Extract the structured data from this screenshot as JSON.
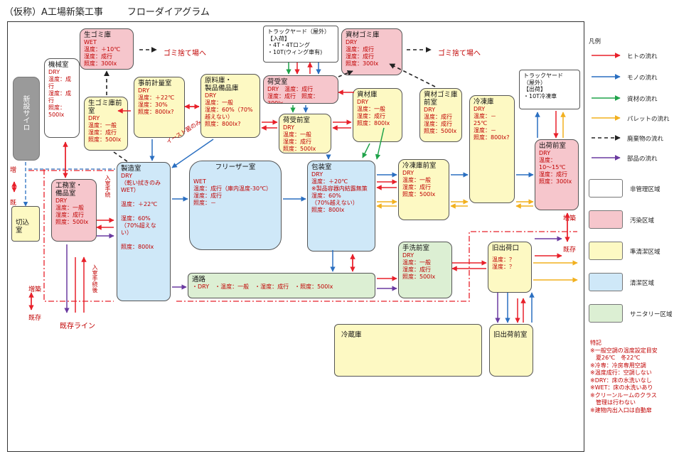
{
  "title": {
    "main": "（仮称）A工場新築工事",
    "sub": "フローダイアグラム"
  },
  "rooms": {
    "silo": {
      "label": "新設サイロ"
    },
    "kikai": {
      "title": "機械室",
      "lines": "DRY\n温度：成\n行\n湿度：成\n行\n照度：\n500lx"
    },
    "namagomi": {
      "title": "生ゴミ庫",
      "lines": "WET\n温度：＋10℃\n湿度：成行\n照度：300lx"
    },
    "namagomimae": {
      "title": "生ゴミ庫前\n室",
      "lines": "DRY\n温度：一般\n湿度：成行\n照度：500lx"
    },
    "jizenkeiryo": {
      "title": "事前計量室",
      "lines": "DRY\n温度：＋22℃\n湿度：30%\n照度：800lx?"
    },
    "genryo": {
      "title": "原料庫・\n製品備品庫",
      "lines": "DRY\n温度：一般\n湿度：60%（70%\n越えない）\n照度：800lx?"
    },
    "track_in": {
      "title": "トラックヤード（屋外）\n【入荷】\n・4T・4Tロング\n・10T(ウィング車有)"
    },
    "niuke": {
      "title": "荷受室",
      "lines": "DRY　温度：成行\n湿度：成行　照度：300lx"
    },
    "niukemae": {
      "title": "荷受前室",
      "lines": "DRY\n温度：一般\n湿度：成行\n照度：500lx"
    },
    "shizaigomi": {
      "title": "資材ゴミ庫",
      "lines": "DRY\n温度：成行\n湿度：成行\n照度：300lx"
    },
    "shizai": {
      "title": "資材庫",
      "lines": "DRY\n温度：一般\n湿度：成行\n照度：800lx"
    },
    "shizaigomimae": {
      "title": "資材ゴミ庫\n前室",
      "lines": "DRY\n温度：成行\n湿度：成行\n照度：500lx"
    },
    "track_out": {
      "title": "トラックヤード\n（屋外）\n【出荷】\n・10T冷凍車"
    },
    "reito": {
      "title": "冷凍庫",
      "lines": "DRY\n温度：－\n25℃\n湿度：－\n照度：800lx?"
    },
    "shukkamae": {
      "title": "出荷前室",
      "lines": "DRY\n温度：\n10～15℃\n湿度：成行\n照度：300lx"
    },
    "koumu": {
      "title": "工務室・\n備品室",
      "lines": "DRY\n温度：一般\n湿度：成行\n照度：500lx"
    },
    "seizo": {
      "title": "製造室",
      "lines": "DRY\n（乾い拭きのみ\nWET）\n\n温度：＋22℃\n\n湿度：60%\n（70%超えない）\n\n照度：800lx"
    },
    "freezer": {
      "title": "フリーザー室",
      "lines": "WET\n温度：成行（庫内温度-30℃）\n湿度：成行\n照度：－"
    },
    "housou": {
      "title": "包装室",
      "lines": "DRY\n温度：＋20℃\n※製品容器内結露無策\n湿度：60%\n（70%越えない）\n照度：800lx"
    },
    "reitomae": {
      "title": "冷凍庫前室",
      "lines": "DRY\n温度：一般\n湿度：成行\n照度：500lx"
    },
    "kirikomi": {
      "title": "切込室"
    },
    "tsuro": {
      "title": "通路",
      "lines": "・DRY　・温度：一般　・湿度：成行　・照度：500lx"
    },
    "tearaimae": {
      "title": "手洗前室",
      "lines": "DRY\n温度：一般\n湿度：成行\n照度：500lx"
    },
    "kyudeiriguchi": {
      "title": "旧出荷口",
      "lines": "温度：？\n湿度：？"
    },
    "reizou": {
      "title": "冷蔵庫"
    },
    "kyushukkamae": {
      "title": "旧出荷前室"
    }
  },
  "annotations": {
    "gomi1": "ゴミ捨て場へ",
    "gomi2": "ゴミ捨て場へ",
    "zou_l": "増",
    "kizon_l": "既",
    "zouchiku_b": "増築",
    "kizon_b": "既存",
    "kizonline": "既存ライン",
    "zouchiku_r": "増築",
    "kizon_r": "既存",
    "yeast": "イースト菌のみ",
    "nyushitsu1": "入室手続",
    "nyushitsu2": "入室手続後"
  },
  "legend": {
    "heading": "凡例",
    "flows": [
      {
        "label": "ヒトの流れ",
        "color": "#e8202a",
        "dash": false
      },
      {
        "label": "モノの流れ",
        "color": "#2a6fc1",
        "dash": false
      },
      {
        "label": "資材の流れ",
        "color": "#1fa34a",
        "dash": false
      },
      {
        "label": "パレットの流れ",
        "color": "#f2b01e",
        "dash": false
      },
      {
        "label": "廃棄物の流れ",
        "color": "#222222",
        "dash": true
      },
      {
        "label": "部品の流れ",
        "color": "#6a3aa0",
        "dash": false
      }
    ],
    "zones": [
      {
        "label": "非管理区域",
        "color": "#ffffff"
      },
      {
        "label": "汚染区域",
        "color": "#f6c6cc"
      },
      {
        "label": "準清潔区域",
        "color": "#fdf9c3"
      },
      {
        "label": "清潔区域",
        "color": "#cfe8f8"
      },
      {
        "label": "サニタリー区域",
        "color": "#dcefd3"
      }
    ]
  },
  "notes": "特記\n※一般空調の温度設定目安\n　夏26℃　冬22℃\n※冷専：冷房専用空調\n※温度成行：空調しない\n※DRY：床の水洗いなし\n※WET：床の水洗いあり\n※クリーンルームのクラス\n　管理は行わない\n※建物内出入口は自動扉"
}
